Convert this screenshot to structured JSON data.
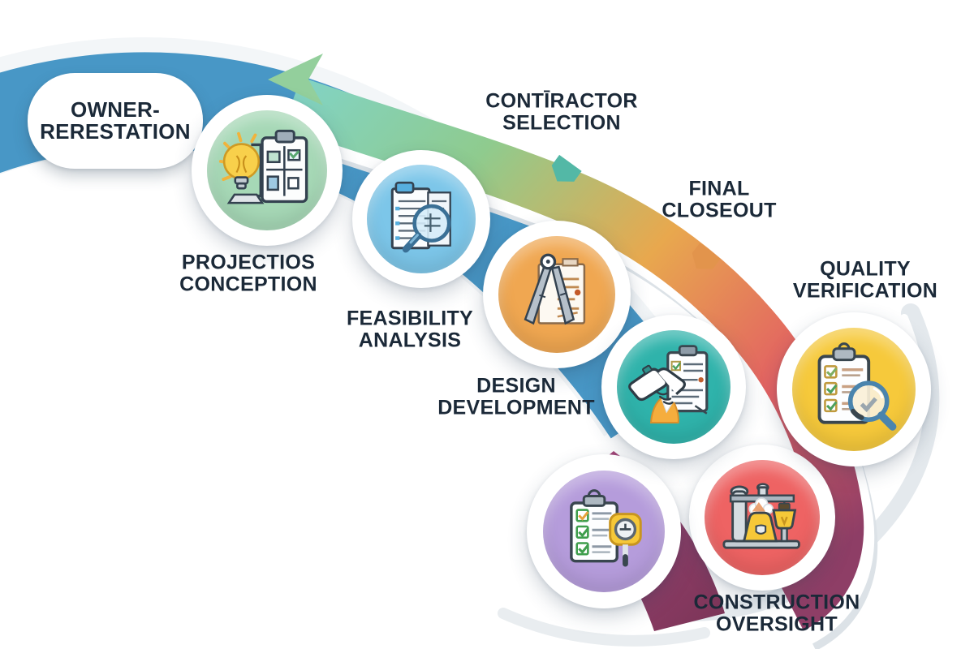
{
  "start_badge": {
    "line1": "OWNER-",
    "line2": "RERESTATION"
  },
  "labels": {
    "project_conception": {
      "line1": "PROJECTIOS",
      "line2": "CONCEPTION"
    },
    "contractor_selection": {
      "line1": "CONTĪRACTOR",
      "line2": "SELECTION"
    },
    "feasibility_analysis": {
      "line1": "FEASIBILITY",
      "line2": "ANALYSIS"
    },
    "final_closeout": {
      "line1": "FINAL",
      "line2": "CLOSEOUT"
    },
    "design_development": {
      "line1": "DESIGN",
      "line2": "DEVELOPMENT"
    },
    "quality_verification": {
      "line1": "QUALITY",
      "line2": "VERIFICATION"
    },
    "construction_oversight": {
      "line1": "CONSTRUCTION",
      "line2": "OVERSIGHT"
    }
  },
  "circles": [
    {
      "name": "project-conception",
      "color": "#a6d8b6",
      "icon": "lightbulb-clipboard-icon"
    },
    {
      "name": "feasibility-analysis",
      "color": "#7cc6e9",
      "icon": "document-magnifier-icon"
    },
    {
      "name": "design-development",
      "color": "#f0a751",
      "icon": "drafting-compass-icon"
    },
    {
      "name": "contractor-selection",
      "color": "#2fb3ab",
      "icon": "handshake-contract-icon"
    },
    {
      "name": "quality-verification",
      "color": "#f6c93b",
      "icon": "checklist-magnifier-icon"
    },
    {
      "name": "construction-checklist",
      "color": "#b59cdb",
      "icon": "checklist-tape-measure-icon"
    },
    {
      "name": "construction-oversight",
      "color": "#ee6363",
      "icon": "construction-crane-icon"
    }
  ],
  "ribbon_colors": {
    "blue": "#4897c6",
    "teal": "#82d3c3",
    "green": "#8fcb8e",
    "orange": "#e8a84e",
    "red": "#e25f63",
    "maroon": "#8e3e66",
    "plum_light": "#a8487b",
    "plum_dark": "#7c3558",
    "label_text": "#1b2938"
  }
}
